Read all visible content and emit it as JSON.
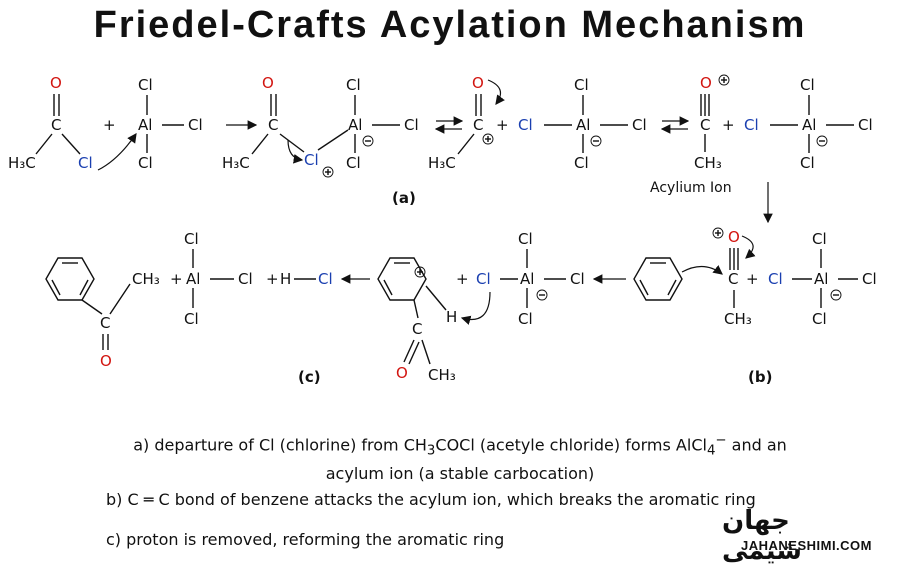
{
  "title": "Friedel-Crafts Acylation Mechanism",
  "labels": {
    "O": "O",
    "C": "C",
    "Cl": "Cl",
    "Al": "Al",
    "H": "H",
    "H3C": "H₃C",
    "CH3": "CH₃",
    "plus": "+"
  },
  "step_tags": {
    "a": "(a)",
    "b": "(b)",
    "c": "(c)"
  },
  "acylium_label": "Acylium Ion",
  "notes": {
    "a_line1_pre": "a) departure of Cl (chlorine)  from CH",
    "a_line1_sub3": "3",
    "a_line1_mid": "COCl (acetyle chloride) forms AlCl",
    "a_line1_sub4": "4",
    "a_line1_sup": "−",
    "a_line1_post": " and an",
    "a_line2": "acylum ion (a stable carbocation)",
    "b": "b) C ═ C bond of benzene attacks the acylum ion, which breaks the aromatic ring",
    "c": "c) proton is removed, reforming the aromatic ring"
  },
  "logo": {
    "arabic": "جهان شیمی",
    "latin": "JAHANESHIMI.COM"
  },
  "colors": {
    "blue": "#1a3fb0",
    "red": "#d2140f"
  }
}
